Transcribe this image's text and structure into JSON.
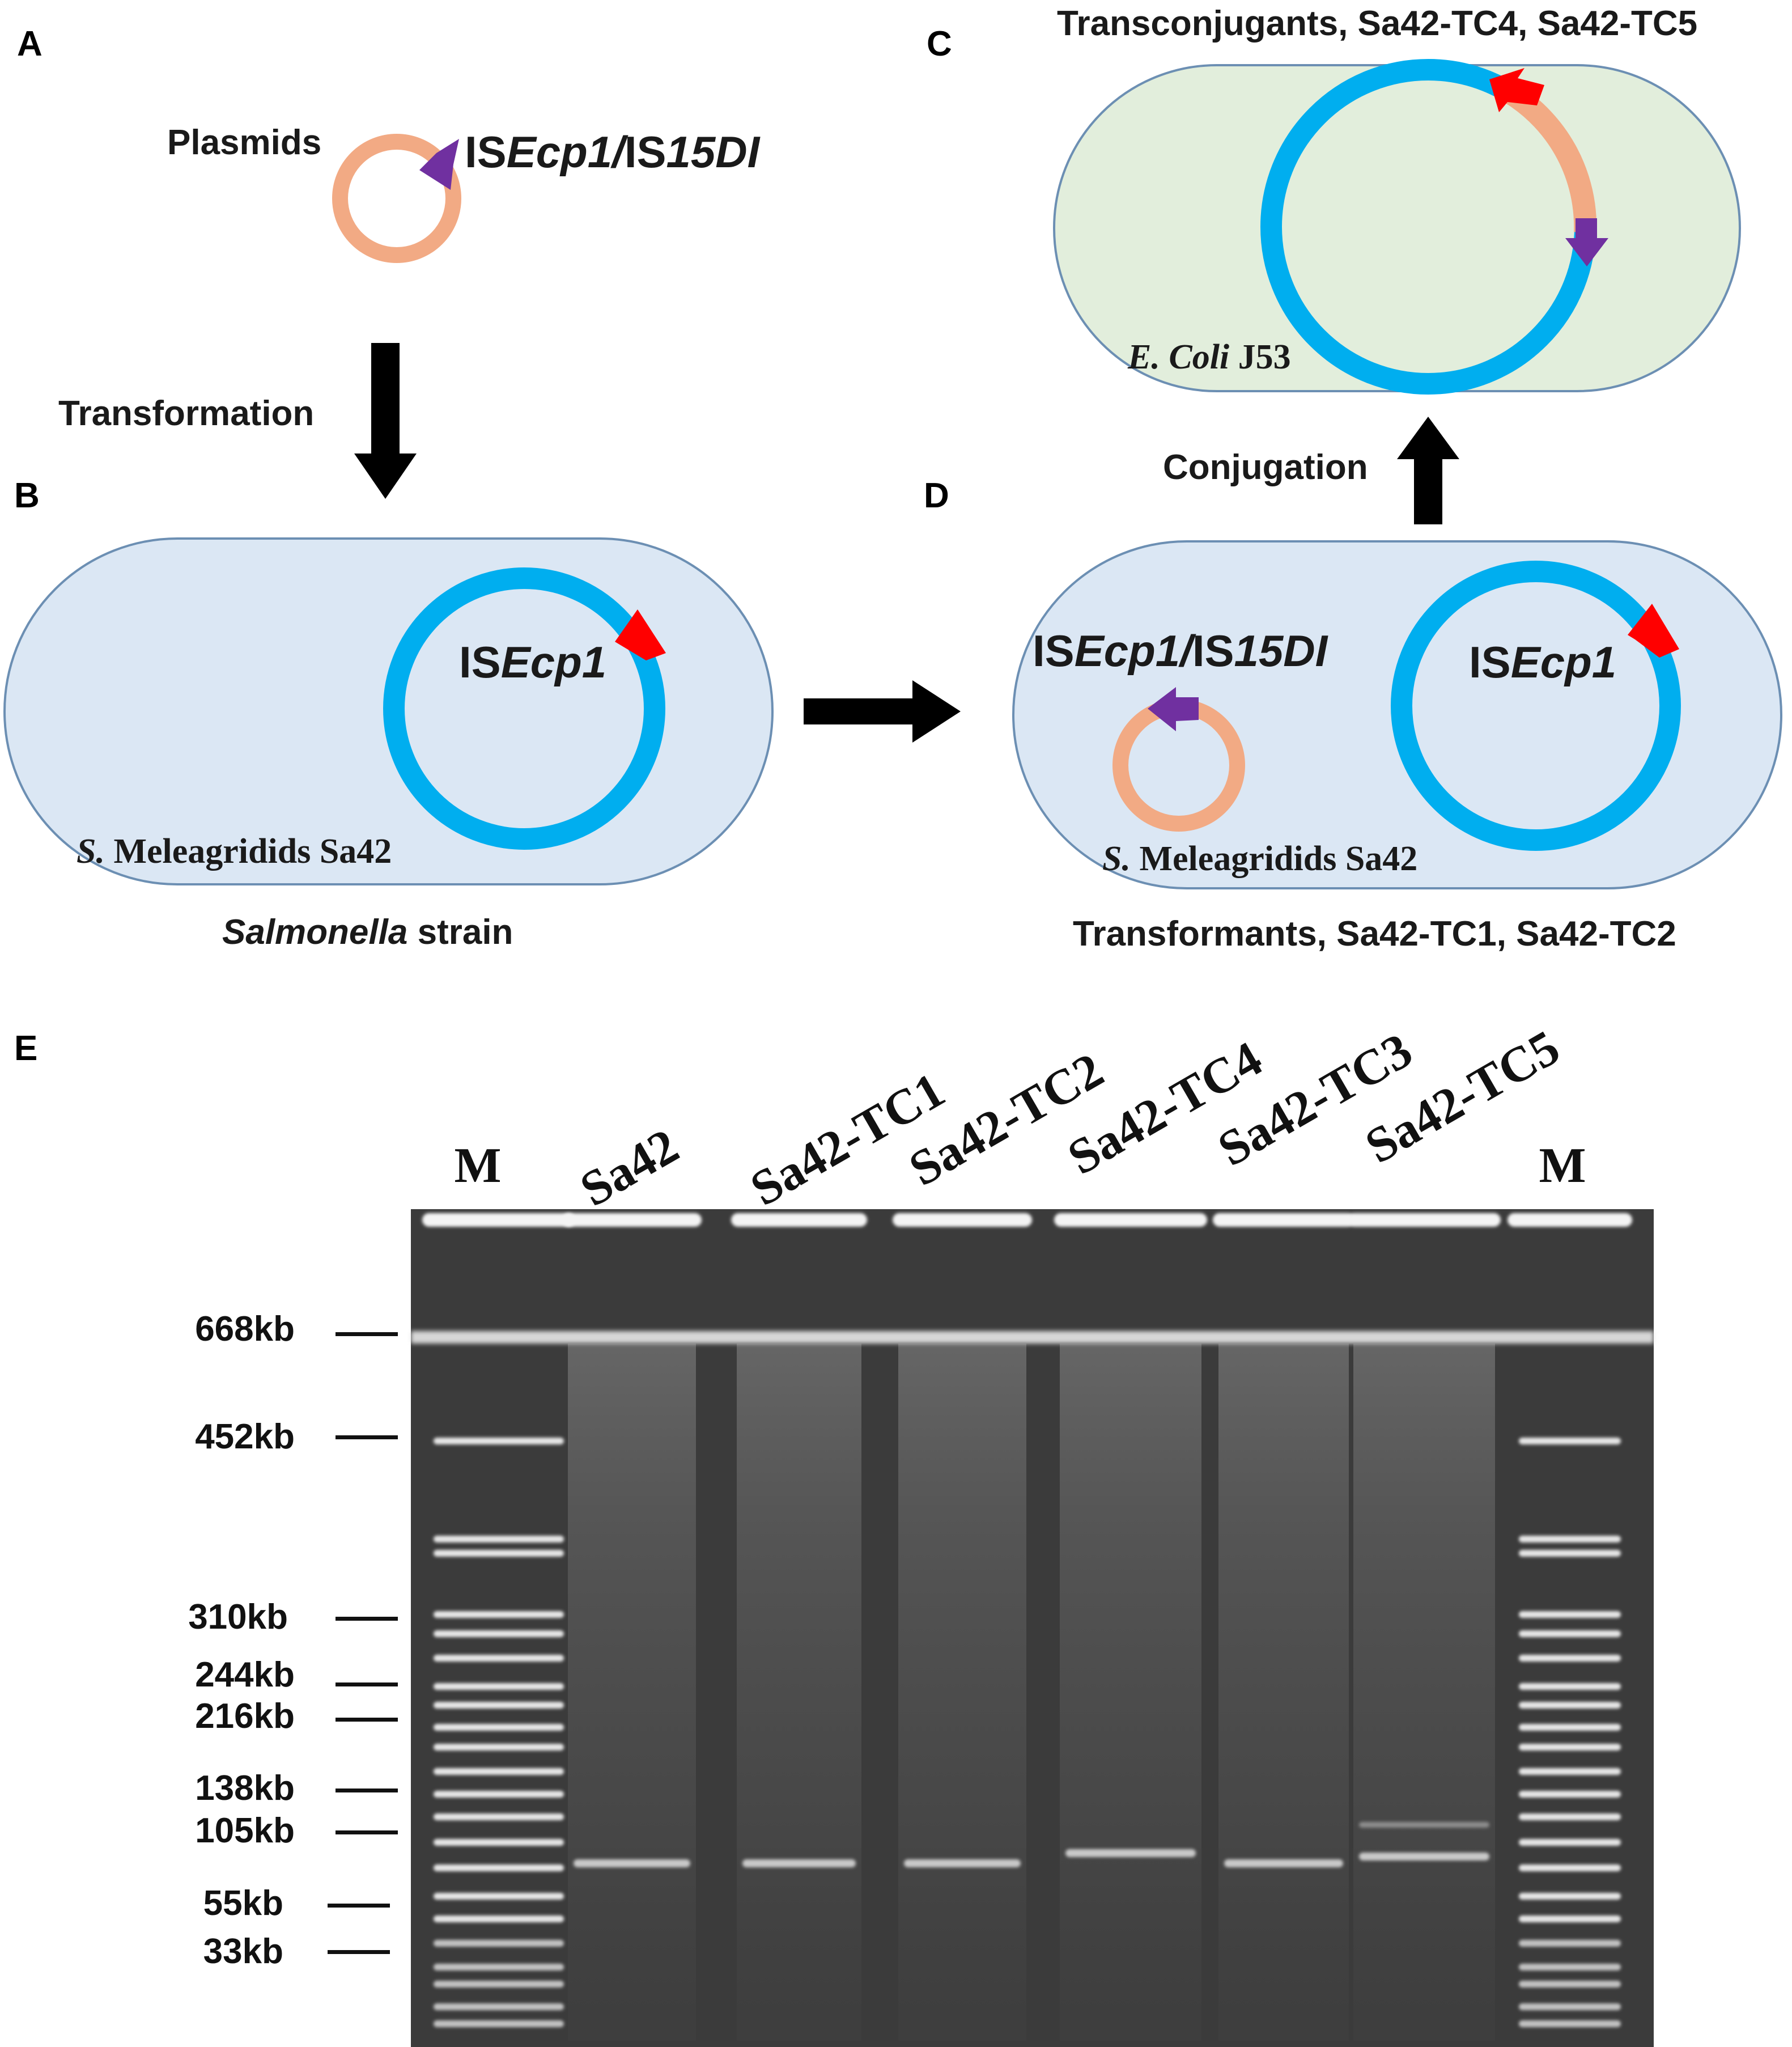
{
  "panels": {
    "A": {
      "letter": "A",
      "plasmids_label": "Plasmids",
      "element_prefix": "IS",
      "element_italic": "Ecp1/",
      "element_mid": "IS",
      "element_italic2": "15DI"
    },
    "transformation_label": "Transformation",
    "B": {
      "letter": "B",
      "element_prefix": "IS",
      "element_italic": "Ecp1",
      "strain_italic": "S.",
      "strain_rest": " Meleagridids Sa42",
      "caption_italic": "Salmonella",
      "caption_rest": " strain"
    },
    "C": {
      "letter": "C",
      "title": "Transconjugants, Sa42-TC4, Sa42-TC5",
      "strain_italic": "E. Coli",
      "strain_rest": " J53"
    },
    "conjugation_label": "Conjugation",
    "D": {
      "letter": "D",
      "element_prefix": "IS",
      "element_italic": "Ecp1/",
      "element_mid": "IS",
      "element_italic2": "15DI",
      "chrom_prefix": "IS",
      "chrom_italic": "Ecp1",
      "strain_italic": "S.",
      "strain_rest": " Meleagridids  Sa42",
      "caption": "Transformants, Sa42-TC1, Sa42-TC2"
    },
    "E": {
      "letter": "E",
      "lanes": [
        "M",
        "Sa42",
        "Sa42-TC1",
        "Sa42-TC2",
        "Sa42-TC4",
        "Sa42-TC3",
        "Sa42-TC5",
        "M"
      ],
      "size_markers": [
        "668kb",
        "452kb",
        "310kb",
        "244kb",
        "216kb",
        "138kb",
        "105kb",
        "55kb",
        "33kb"
      ]
    }
  },
  "colors": {
    "cell_blue": "#dbe7f4",
    "cell_green": "#e2eedc",
    "cell_border": "#6c8fb3",
    "chromosome": "#00aeef",
    "plasmid": "#f2aa84",
    "isecp1_arrow": "#ff0000",
    "is15di_arrow": "#7030a0",
    "gel_background": "#3b3b3b"
  }
}
